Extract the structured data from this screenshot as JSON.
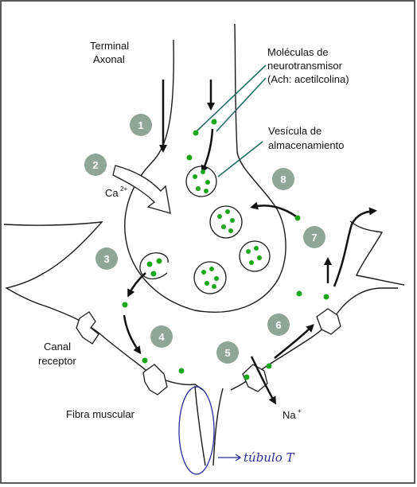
{
  "labels": {
    "terminal_line1": "Terminal",
    "terminal_line2": "Axonal",
    "molecules_line1": "Moléculas de",
    "molecules_line2": "neurotransmisor",
    "molecules_line3": "(Ach: acetilcolina)",
    "vesicle_line1": "Vesícula de",
    "vesicle_line2": "almacenamiento",
    "calcium": "Ca",
    "calcium_sup": "2+",
    "channel_line1": "Canal",
    "channel_line2": "receptor",
    "muscle_fiber": "Fibra muscular",
    "sodium": "Na",
    "sodium_sup": "+",
    "t_tubule_note": "túbulo T"
  },
  "steps": [
    "1",
    "2",
    "3",
    "4",
    "5",
    "6",
    "7",
    "8"
  ],
  "colors": {
    "step_badge": "#8fa595",
    "molecule": "#1aa81a",
    "outline": "#1a1a1a",
    "teal_pointer": "#1f6e62",
    "annotation": "#2a2a9c"
  }
}
